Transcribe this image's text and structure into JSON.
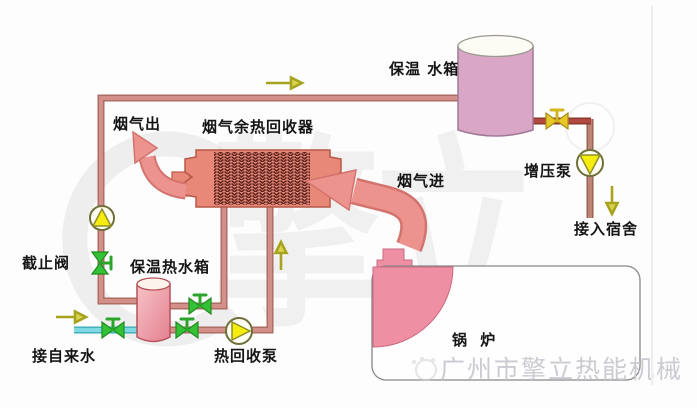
{
  "diagram": {
    "title_hint": "flue-gas-waste-heat-recovery-system",
    "labels": {
      "flue_gas_out": "烟气出",
      "heat_recovery_device": "烟气余热回收器",
      "insulated_water_tank": "保温 水箱",
      "flue_gas_in": "烟气进",
      "booster_pump": "增压泵",
      "to_dormitory": "接入宿舍",
      "stop_valve": "截止阀",
      "insulated_hot_water_tank": "保温热水箱",
      "tap_water_inlet": "接自来水",
      "heat_recovery_pump": "热回收泵",
      "boiler": "锅 炉"
    },
    "watermark": {
      "logo_text": "擎立",
      "company": "广州市擎立热能机械"
    },
    "colors": {
      "pipe": "#d29089",
      "pipe_border": "#a96a60",
      "hot_pipe": "#b04a40",
      "cold_pipe": "#7fd9e4",
      "flue_arrow": "#ed938e",
      "exchanger_body": "#e78878",
      "exchanger_hatch": "#5d241e",
      "water_tank": "#d9a6c6",
      "hot_water_tank_top": "#f7c3c6",
      "hot_water_tank_bottom": "#e48090",
      "boiler_accent": "#ee8fa4",
      "valve_green": "#35c135",
      "valve_yellow": "#e6c929",
      "pump_yellow": "#f6ec0f",
      "flow_arrow": "#a8a31f",
      "watermark_gray": "#d9d9d9"
    }
  }
}
